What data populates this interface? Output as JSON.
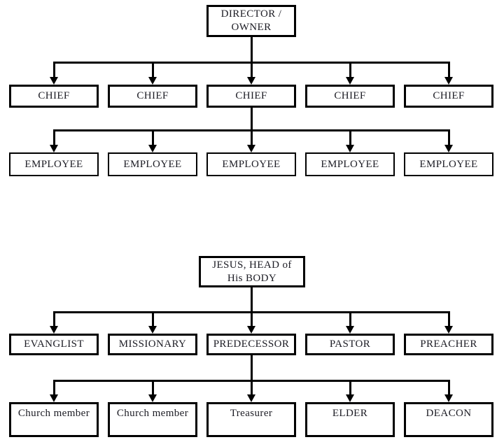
{
  "page": {
    "background_color": "#ffffff",
    "line_color": "#000000",
    "text_color": "#1c1c24"
  },
  "charts": [
    {
      "name": "business-hierarchy",
      "root": "DIRECTOR /\nOWNER",
      "level2": [
        "CHIEF",
        "CHIEF",
        "CHIEF",
        "CHIEF",
        "CHIEF"
      ],
      "level3": [
        "EMPLOYEE",
        "EMPLOYEE",
        "EMPLOYEE",
        "EMPLOYEE",
        "EMPLOYEE"
      ]
    },
    {
      "name": "church-hierarchy",
      "root": "JESUS, HEAD of\nHis BODY",
      "level2": [
        "EVANGLIST",
        "MISSIONARY",
        "PREDECESSOR",
        "PASTOR",
        "PREACHER"
      ],
      "level3": [
        "Church member",
        "Church member",
        "Treasurer",
        "ELDER",
        "DEACON"
      ]
    }
  ]
}
